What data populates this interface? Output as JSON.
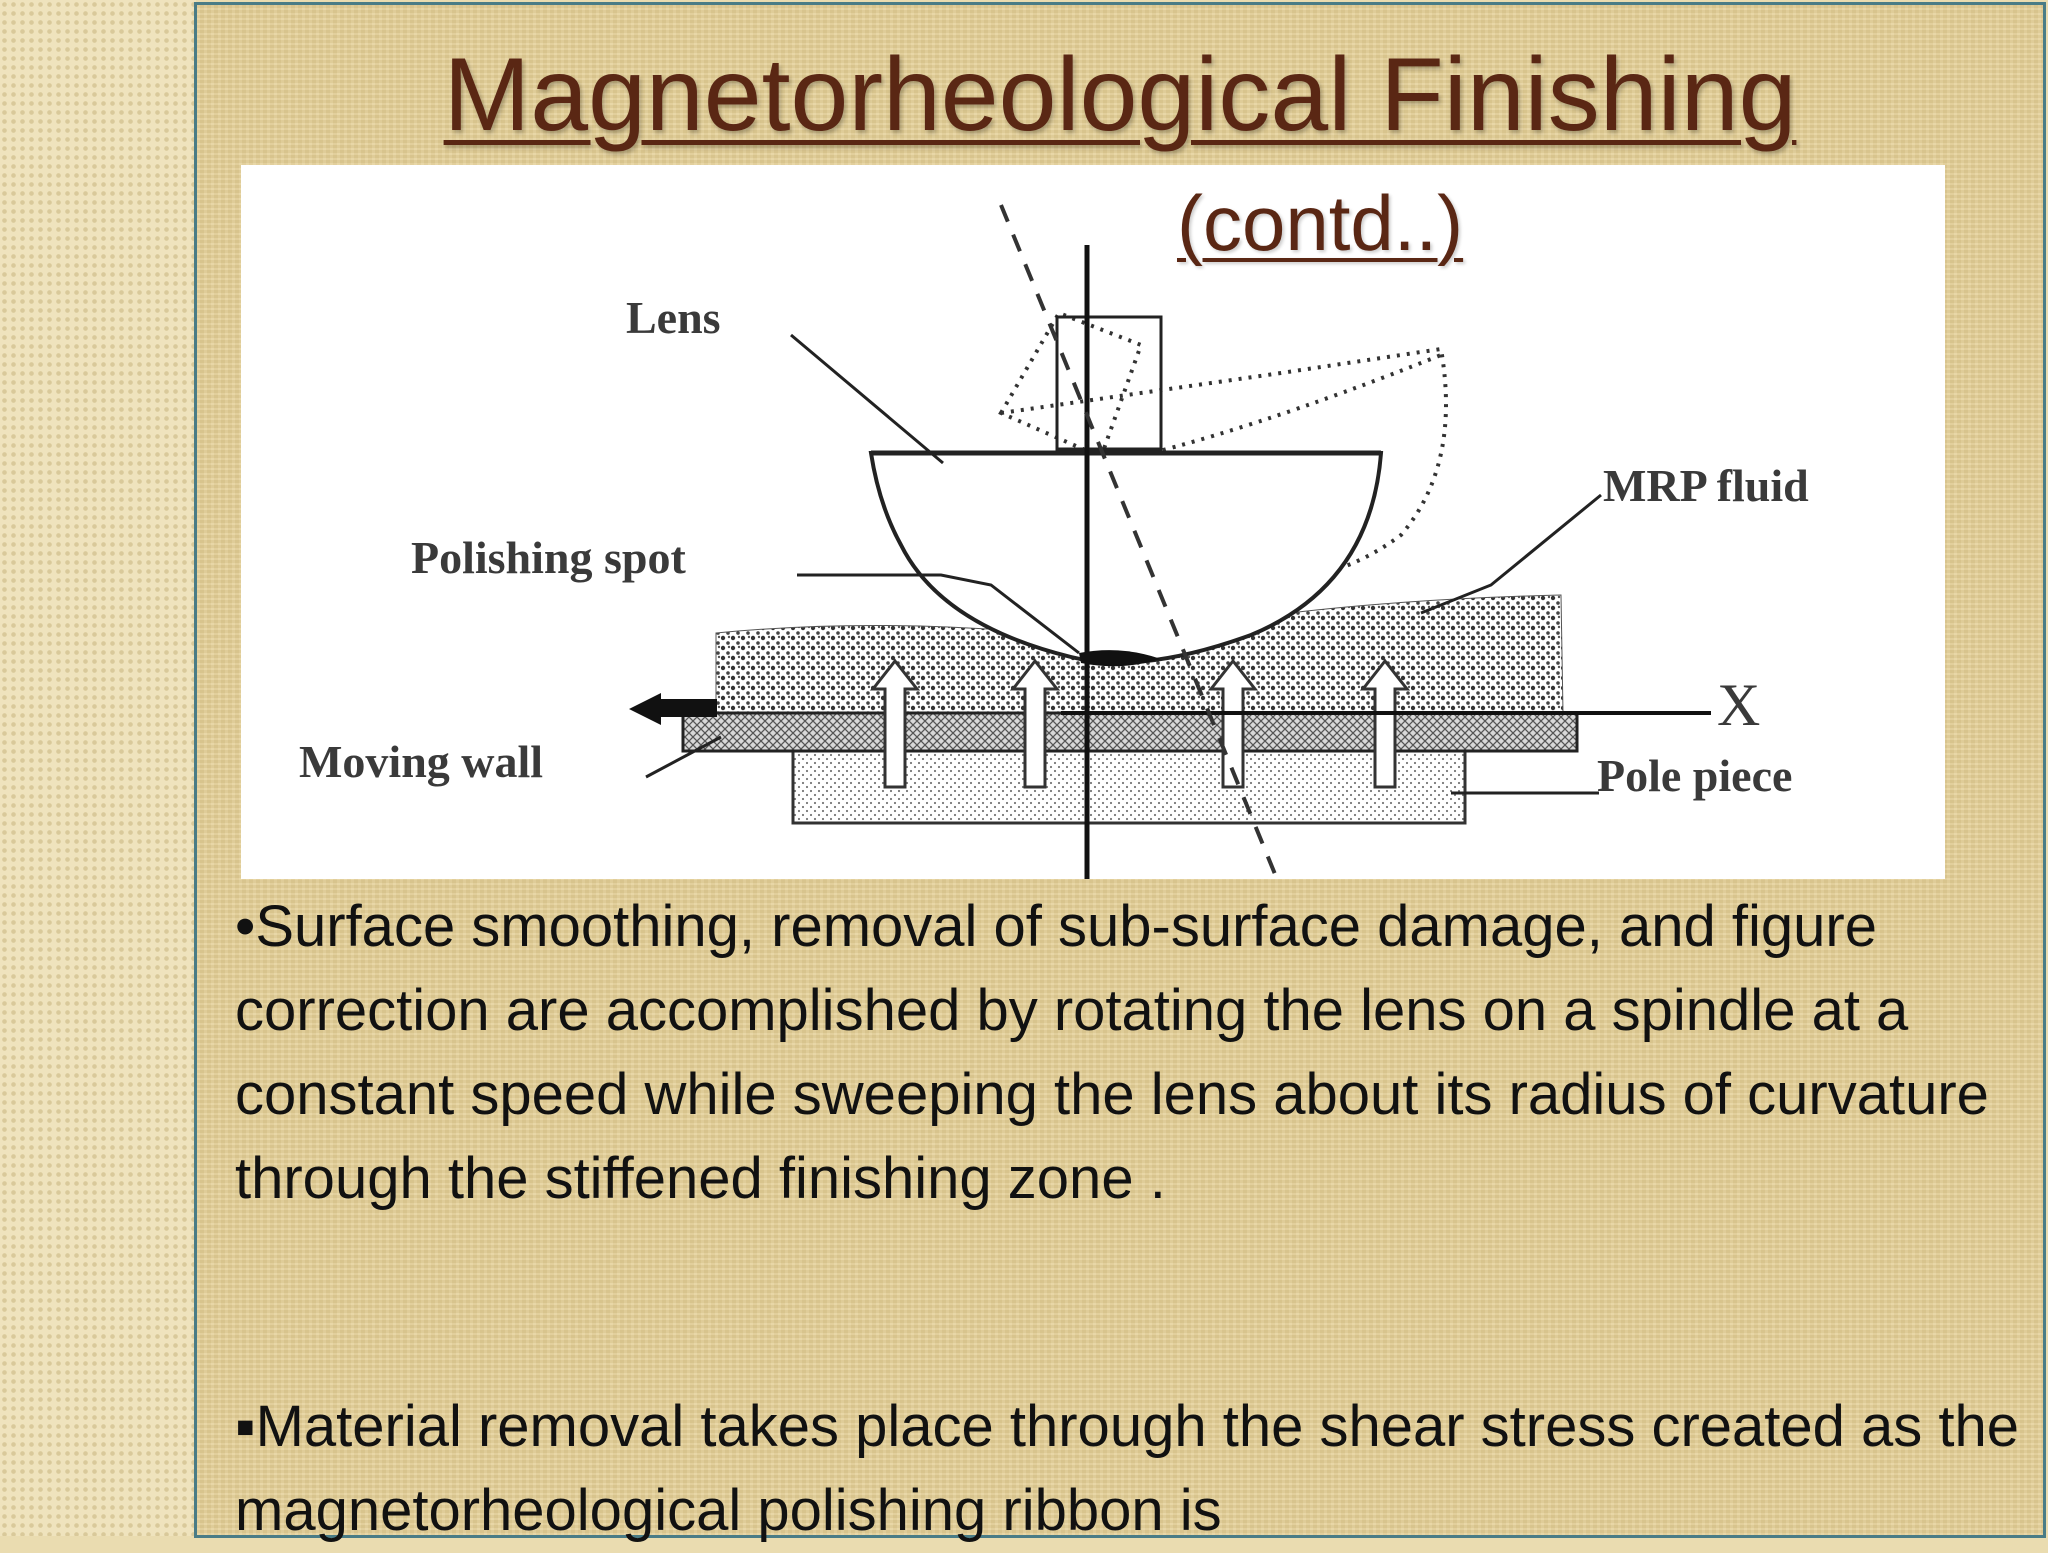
{
  "slide": {
    "title": "Magnetorheological Finishing",
    "subtitle": "(contd..)",
    "diagram": {
      "labels": {
        "lens": "Lens",
        "mrp_fluid": "MRP  fluid",
        "polishing_spot": "Polishing  spot",
        "moving_wall": "Moving wall",
        "pole_piece": "Pole piece",
        "axis_x": "X"
      }
    },
    "bullets": [
      {
        "marker": "•",
        "text": "Surface smoothing, removal of sub-surface damage, and figure correction are accomplished by rotating the lens on a spindle at a constant speed while sweeping the lens about its radius of curvature through the stiffened finishing zone ."
      },
      {
        "marker": "▪",
        "text": "Material removal takes place through the shear stress created as the magnetorheological polishing ribbon is"
      }
    ]
  },
  "colors": {
    "title": "#5a2714",
    "border": "#4a7c86",
    "background": "#e4cf95"
  }
}
